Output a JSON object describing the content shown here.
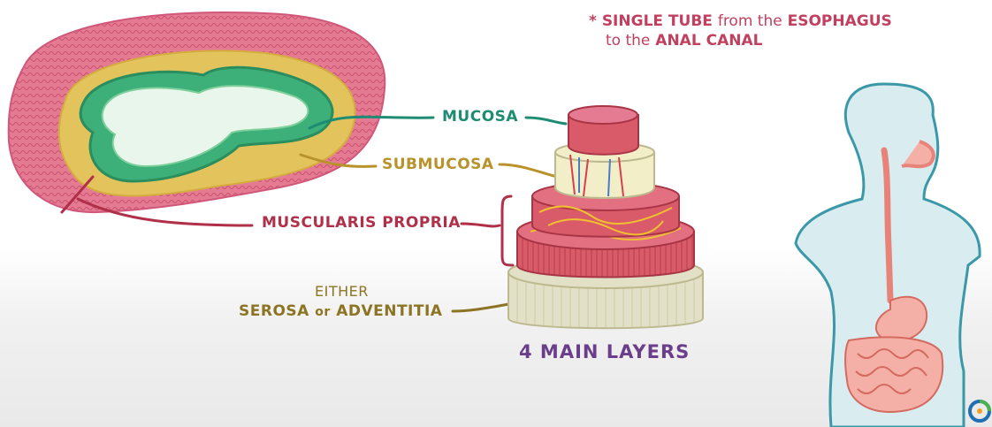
{
  "note": {
    "marker": "*",
    "part1": "SINGLE TUBE",
    "part2": "from the",
    "part3": "ESOPHAGUS",
    "part4": "to the",
    "part5": "ANAL CANAL"
  },
  "labels": {
    "mucosa": "MUCOSA",
    "submucosa": "SUBMUCOSA",
    "muscularis": "MUSCULARIS PROPRIA",
    "either": "EITHER",
    "serosa": "SEROSA",
    "or": "or",
    "adventitia": "ADVENTITIA"
  },
  "caption": "4 MAIN LAYERS",
  "colors": {
    "mucosa": "#1e8c72",
    "submucosa": "#b8922a",
    "muscularis": "#b03049",
    "serosa": "#8c7423",
    "caption": "#6b3e8c",
    "body_outline": "#3a98a8",
    "tract": "#e8837a"
  },
  "icons": [
    "cross-section-illustration",
    "layer-cake-illustration",
    "human-torso-illustration",
    "logo-icon"
  ]
}
